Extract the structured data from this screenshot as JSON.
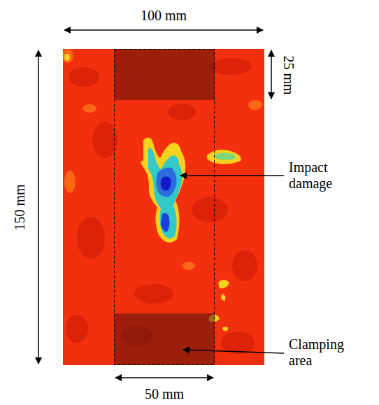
{
  "diagram": {
    "labels": [
      "100 mm",
      "25 mm",
      "150 mm",
      "Impact damage",
      "Clamping area",
      "50 mm"
    ]
  }
}
